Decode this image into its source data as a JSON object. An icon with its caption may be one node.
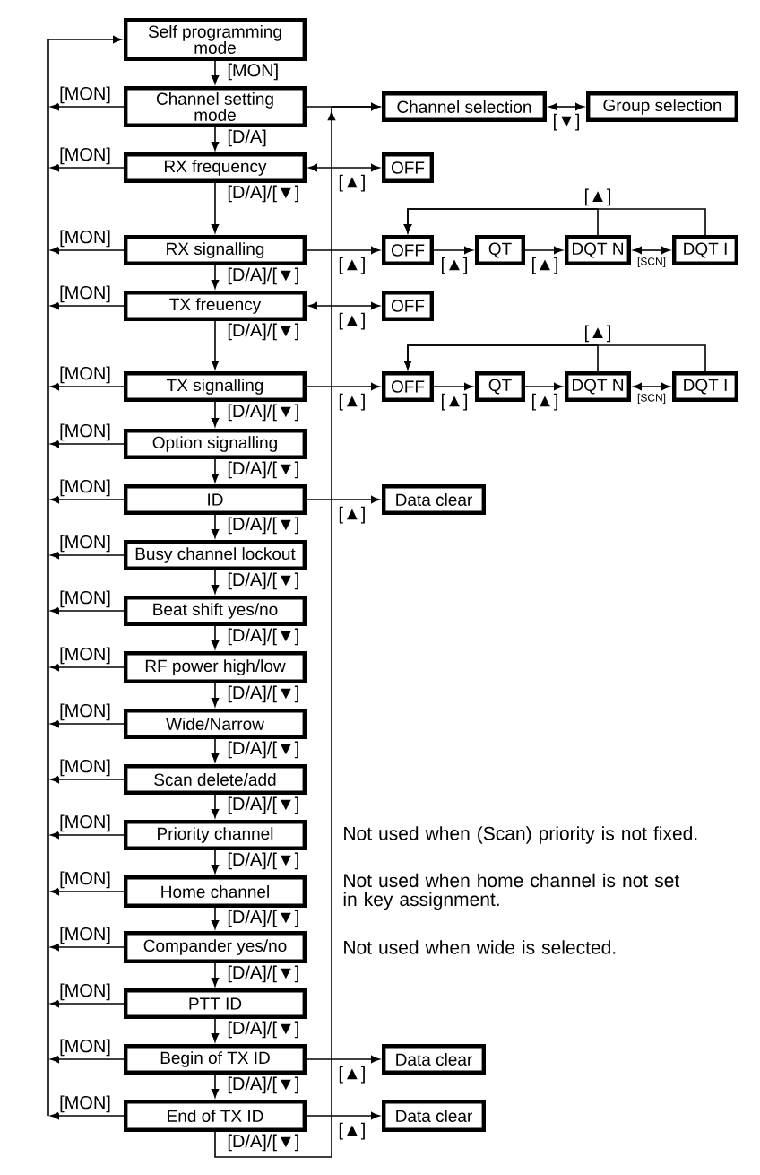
{
  "diagram": {
    "nodes": [
      {
        "text": [
          "Self programming mode"
        ]
      },
      {
        "text": [
          "Channel setting mode"
        ]
      },
      {
        "text": [
          "Channel selection"
        ]
      },
      {
        "text": [
          "Group selection"
        ]
      },
      {
        "text": [
          "RX frequency"
        ]
      },
      {
        "text": [
          "OFF"
        ]
      },
      {
        "text": [
          "RX signalling"
        ]
      },
      {
        "text": [
          "OFF"
        ]
      },
      {
        "text": [
          "QT"
        ]
      },
      {
        "text": [
          "DQT N"
        ]
      },
      {
        "text": [
          "DQT I"
        ]
      },
      {
        "text": [
          "TX freuency"
        ]
      },
      {
        "text": [
          "OFF"
        ]
      },
      {
        "text": [
          "TX signalling"
        ]
      },
      {
        "text": [
          "OFF"
        ]
      },
      {
        "text": [
          "QT"
        ]
      },
      {
        "text": [
          "DQT N"
        ]
      },
      {
        "text": [
          "DQT I"
        ]
      },
      {
        "text": [
          "Option signalling"
        ]
      },
      {
        "text": [
          "ID"
        ]
      },
      {
        "text": [
          "Data clear"
        ]
      },
      {
        "text": [
          "Busy channel lockout"
        ]
      },
      {
        "text": [
          "Beat shift yes/no"
        ]
      },
      {
        "text": [
          "RF power high/low"
        ]
      },
      {
        "text": [
          "Wide/Narrow"
        ]
      },
      {
        "text": [
          "Scan delete/add"
        ]
      },
      {
        "text": [
          "Priority channel"
        ],
        "beside": [
          "Not used when (Scan) priority is not fixed."
        ]
      },
      {
        "text": [
          "Home channel"
        ],
        "beside": [
          "Not used when home channel is not set in key assignment."
        ]
      },
      {
        "text": [
          "Compander yes/no"
        ],
        "beside": [
          "Not used when wide is selected."
        ]
      },
      {
        "text": [
          "PTT ID"
        ]
      },
      {
        "text": [
          "Begin of TX ID"
        ]
      },
      {
        "text": [
          "Data clear"
        ]
      },
      {
        "text": [
          "End of TX ID"
        ]
      },
      {
        "text": [
          "Data clear"
        ]
      }
    ],
    "edges": [
      {
        "from": 0,
        "to": 1,
        "arrow": "to",
        "label": "[MON]"
      },
      {
        "from": 1,
        "to": 0,
        "arrow": "to",
        "label": "[MON]"
      },
      {
        "from": 1,
        "to": 2,
        "arrow": "to"
      },
      {
        "from": 2,
        "to": 3,
        "arrow": "both",
        "label": "[▼]"
      },
      {
        "from": 1,
        "to": 4,
        "arrow": "to",
        "label": "[D/A]"
      },
      {
        "from": 4,
        "to": 0,
        "arrow": "to",
        "label": "[MON]"
      },
      {
        "from": 4,
        "to": 5,
        "arrow": "both",
        "label": "[▲]"
      },
      {
        "from": 4,
        "to": 6,
        "arrow": "to",
        "label": "[D/A]/[▼]"
      },
      {
        "from": 6,
        "to": 0,
        "arrow": "to",
        "label": "[MON]"
      },
      {
        "from": 6,
        "to": 7,
        "arrow": "to",
        "label": "[▲]"
      },
      {
        "from": 7,
        "to": 8,
        "arrow": "to",
        "label": "[▲]"
      },
      {
        "from": 8,
        "to": 9,
        "arrow": "to",
        "label": "[▲]"
      },
      {
        "from": 9,
        "to": 10,
        "arrow": "both",
        "label": "[SCN]"
      },
      {
        "from": 9,
        "to": 7,
        "arrow": "to",
        "label": "[▲]"
      },
      {
        "from": 10,
        "to": 7,
        "arrow": "to"
      },
      {
        "from": 6,
        "to": 11,
        "arrow": "to",
        "label": "[D/A]/[▼]"
      },
      {
        "from": 11,
        "to": 0,
        "arrow": "to",
        "label": "[MON]"
      },
      {
        "from": 11,
        "to": 12,
        "arrow": "both",
        "label": "[▲]"
      },
      {
        "from": 11,
        "to": 13,
        "arrow": "to",
        "label": "[D/A]/[▼]"
      },
      {
        "from": 13,
        "to": 0,
        "arrow": "to",
        "label": "[MON]"
      },
      {
        "from": 13,
        "to": 14,
        "arrow": "to",
        "label": "[▲]"
      },
      {
        "from": 14,
        "to": 15,
        "arrow": "to",
        "label": "[▲]"
      },
      {
        "from": 15,
        "to": 16,
        "arrow": "to",
        "label": "[▲]"
      },
      {
        "from": 16,
        "to": 17,
        "arrow": "both",
        "label": "[SCN]"
      },
      {
        "from": 16,
        "to": 14,
        "arrow": "to",
        "label": "[▲]"
      },
      {
        "from": 17,
        "to": 14,
        "arrow": "to"
      },
      {
        "from": 13,
        "to": 18,
        "arrow": "to",
        "label": "[D/A]/[▼]"
      },
      {
        "from": 18,
        "to": 0,
        "arrow": "to",
        "label": "[MON]"
      },
      {
        "from": 18,
        "to": 19,
        "arrow": "to",
        "label": "[D/A]/[▼]"
      },
      {
        "from": 19,
        "to": 0,
        "arrow": "to",
        "label": "[MON]"
      },
      {
        "from": 19,
        "to": 20,
        "arrow": "to",
        "label": "[▲]"
      },
      {
        "from": 19,
        "to": 21,
        "arrow": "to",
        "label": "[D/A]/[▼]"
      },
      {
        "from": 21,
        "to": 0,
        "arrow": "to",
        "label": "[MON]"
      },
      {
        "from": 21,
        "to": 22,
        "arrow": "to",
        "label": "[D/A]/[▼]"
      },
      {
        "from": 22,
        "to": 0,
        "arrow": "to",
        "label": "[MON]"
      },
      {
        "from": 22,
        "to": 23,
        "arrow": "to",
        "label": "[D/A]/[▼]"
      },
      {
        "from": 23,
        "to": 0,
        "arrow": "to",
        "label": "[MON]"
      },
      {
        "from": 23,
        "to": 24,
        "arrow": "to",
        "label": "[D/A]/[▼]"
      },
      {
        "from": 24,
        "to": 0,
        "arrow": "to",
        "label": "[MON]"
      },
      {
        "from": 24,
        "to": 25,
        "arrow": "to",
        "label": "[D/A]/[▼]"
      },
      {
        "from": 25,
        "to": 0,
        "arrow": "to",
        "label": "[MON]"
      },
      {
        "from": 25,
        "to": 26,
        "arrow": "to",
        "label": "[D/A]/[▼]"
      },
      {
        "from": 26,
        "to": 0,
        "arrow": "to",
        "label": "[MON]"
      },
      {
        "from": 26,
        "to": 27,
        "arrow": "to",
        "label": "[D/A]/[▼]"
      },
      {
        "from": 27,
        "to": 0,
        "arrow": "to",
        "label": "[MON]"
      },
      {
        "from": 27,
        "to": 28,
        "arrow": "to",
        "label": "[D/A]/[▼]"
      },
      {
        "from": 28,
        "to": 0,
        "arrow": "to",
        "label": "[MON]"
      },
      {
        "from": 28,
        "to": 29,
        "arrow": "to",
        "label": "[D/A]/[▼]"
      },
      {
        "from": 29,
        "to": 0,
        "arrow": "to",
        "label": "[MON]"
      },
      {
        "from": 29,
        "to": 30,
        "arrow": "to",
        "label": "[D/A]/[▼]"
      },
      {
        "from": 30,
        "to": 0,
        "arrow": "to",
        "label": "[MON]"
      },
      {
        "from": 30,
        "to": 31,
        "arrow": "to",
        "label": "[▲]"
      },
      {
        "from": 30,
        "to": 32,
        "arrow": "to",
        "label": "[D/A]/[▼]"
      },
      {
        "from": 32,
        "to": 0,
        "arrow": "to",
        "label": "[MON]"
      },
      {
        "from": 32,
        "to": 33,
        "arrow": "to",
        "label": "[▲]"
      },
      {
        "from": 32,
        "to": 2,
        "arrow": "to",
        "label": "[D/A]/[▼]"
      }
    ]
  }
}
